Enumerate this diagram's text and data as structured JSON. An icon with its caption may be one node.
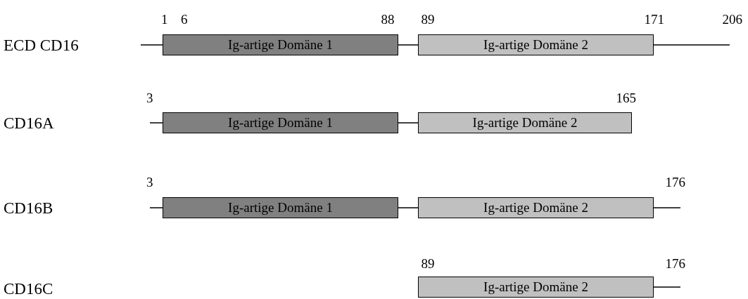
{
  "diagram": {
    "nodes": [
      {
        "text": [
          "Ig-artige Domäne 1"
        ]
      },
      {
        "text": [
          "Ig-artige Domäne 2"
        ]
      },
      {
        "text": [
          "Ig-artige Domäne 1"
        ]
      },
      {
        "text": [
          "Ig-artige Domäne 2"
        ]
      },
      {
        "text": [
          "Ig-artige Domäne 1"
        ]
      },
      {
        "text": [
          "Ig-artige Domäne 2"
        ]
      },
      {
        "text": [
          "Ig-artige Domäne 2"
        ]
      }
    ],
    "edges": [
      {
        "from": null,
        "to": 0,
        "arrow": "none"
      },
      {
        "from": 0,
        "to": 1,
        "arrow": "none"
      },
      {
        "from": 1,
        "to": null,
        "arrow": "none"
      },
      {
        "from": null,
        "to": 2,
        "arrow": "none"
      },
      {
        "from": 2,
        "to": 3,
        "arrow": "none"
      },
      {
        "from": null,
        "to": 4,
        "arrow": "none"
      },
      {
        "from": 4,
        "to": 5,
        "arrow": "none"
      },
      {
        "from": 5,
        "to": null,
        "arrow": "none"
      },
      {
        "from": 6,
        "to": null,
        "arrow": "none"
      }
    ],
    "labels": [
      "1",
      "6",
      "88",
      "89",
      "171",
      "206",
      "ECD CD16",
      "3",
      "165",
      "CD16A",
      "3",
      "176",
      "CD16B",
      "89",
      "176",
      "CD16C"
    ]
  }
}
